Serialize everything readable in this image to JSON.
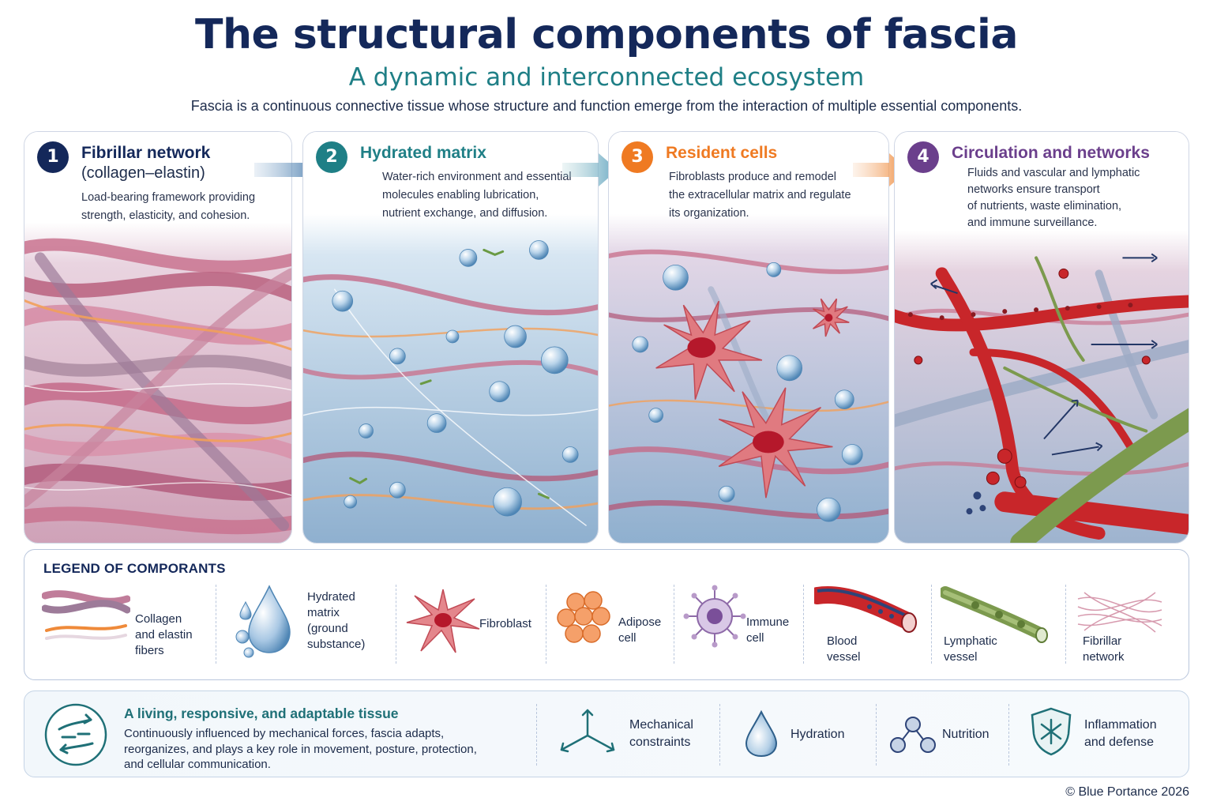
{
  "header": {
    "title": "The structural components of fascia",
    "subtitle": "A dynamic and interconnected ecosystem",
    "intro": "Fascia is a continuous connective tissue whose structure and function emerge from the interaction of multiple essential components."
  },
  "panels": [
    {
      "number": "1",
      "title": "Fibrillar network",
      "subtitle": "(collagen–elastin)",
      "desc_lines": [
        "Load-bearing framework providing",
        "strength, elasticity, and cohesion."
      ],
      "color": "#14285a"
    },
    {
      "number": "2",
      "title": "Hydrated matrix",
      "subtitle": "",
      "desc_lines": [
        "Water-rich environment and essential",
        "molecules enabling lubrication,",
        "nutrient exchange, and diffusion."
      ],
      "color": "#1f7f86"
    },
    {
      "number": "3",
      "title": "Resident cells",
      "subtitle": "",
      "desc_lines": [
        "Fibroblasts produce and remodel",
        "the extracellular matrix and regulate",
        "its organization."
      ],
      "color": "#ef7a22"
    },
    {
      "number": "4",
      "title": "Circulation and networks",
      "subtitle": "",
      "desc_lines": [
        "Fluids and vascular and lymphatic",
        "networks ensure transport",
        "of nutrients, waste elimination,",
        "and immune surveillance."
      ],
      "color": "#6b3f8c"
    }
  ],
  "legend": {
    "title": "LEGEND OF COMPORANTS",
    "items": [
      {
        "icon": "collagen-fibers-icon",
        "lines": [
          "Collagen",
          "and elastin",
          "fibers"
        ]
      },
      {
        "icon": "water-drop-icon",
        "lines": [
          "Hydrated",
          "matrix",
          "(ground",
          "substance)"
        ]
      },
      {
        "icon": "fibroblast-icon",
        "lines": [
          "Fibroblast"
        ]
      },
      {
        "icon": "adipose-cell-icon",
        "lines": [
          "Adipose",
          "cell"
        ]
      },
      {
        "icon": "immune-cell-icon",
        "lines": [
          "Immune",
          "cell"
        ]
      },
      {
        "icon": "blood-vessel-icon",
        "lines": [
          "Blood",
          "vessel"
        ]
      },
      {
        "icon": "lymphatic-vessel-icon",
        "lines": [
          "Lymphatic",
          "vessel"
        ]
      },
      {
        "icon": "fibrillar-network-icon",
        "lines": [
          "Fibrillar",
          "network"
        ]
      }
    ]
  },
  "bottom": {
    "title": "A living, responsive, and adaptable tissue",
    "text_lines": [
      "Continuously influenced by mechanical forces, fascia adapts,",
      "reorganizes, and plays a key role in movement, posture, protection,",
      "and cellular communication."
    ],
    "features": [
      {
        "icon": "mechanical-arrows-icon",
        "lines": [
          "Mechanical",
          "constraints"
        ]
      },
      {
        "icon": "hydration-drop-icon",
        "lines": [
          "Hydration"
        ]
      },
      {
        "icon": "nutrition-molecule-icon",
        "lines": [
          "Nutrition"
        ]
      },
      {
        "icon": "shield-icon",
        "lines": [
          "Inflammation",
          "and defense"
        ]
      }
    ]
  },
  "copyright": "© Blue Portance 2026",
  "colors": {
    "navy": "#14285a",
    "teal": "#1f7f86",
    "orange": "#ef7a22",
    "purple": "#6b3f8c",
    "collagen": "#c9738f",
    "water": "#8fb7d8",
    "vessel_red": "#c8262a",
    "lymph_green": "#7c9a4e"
  }
}
